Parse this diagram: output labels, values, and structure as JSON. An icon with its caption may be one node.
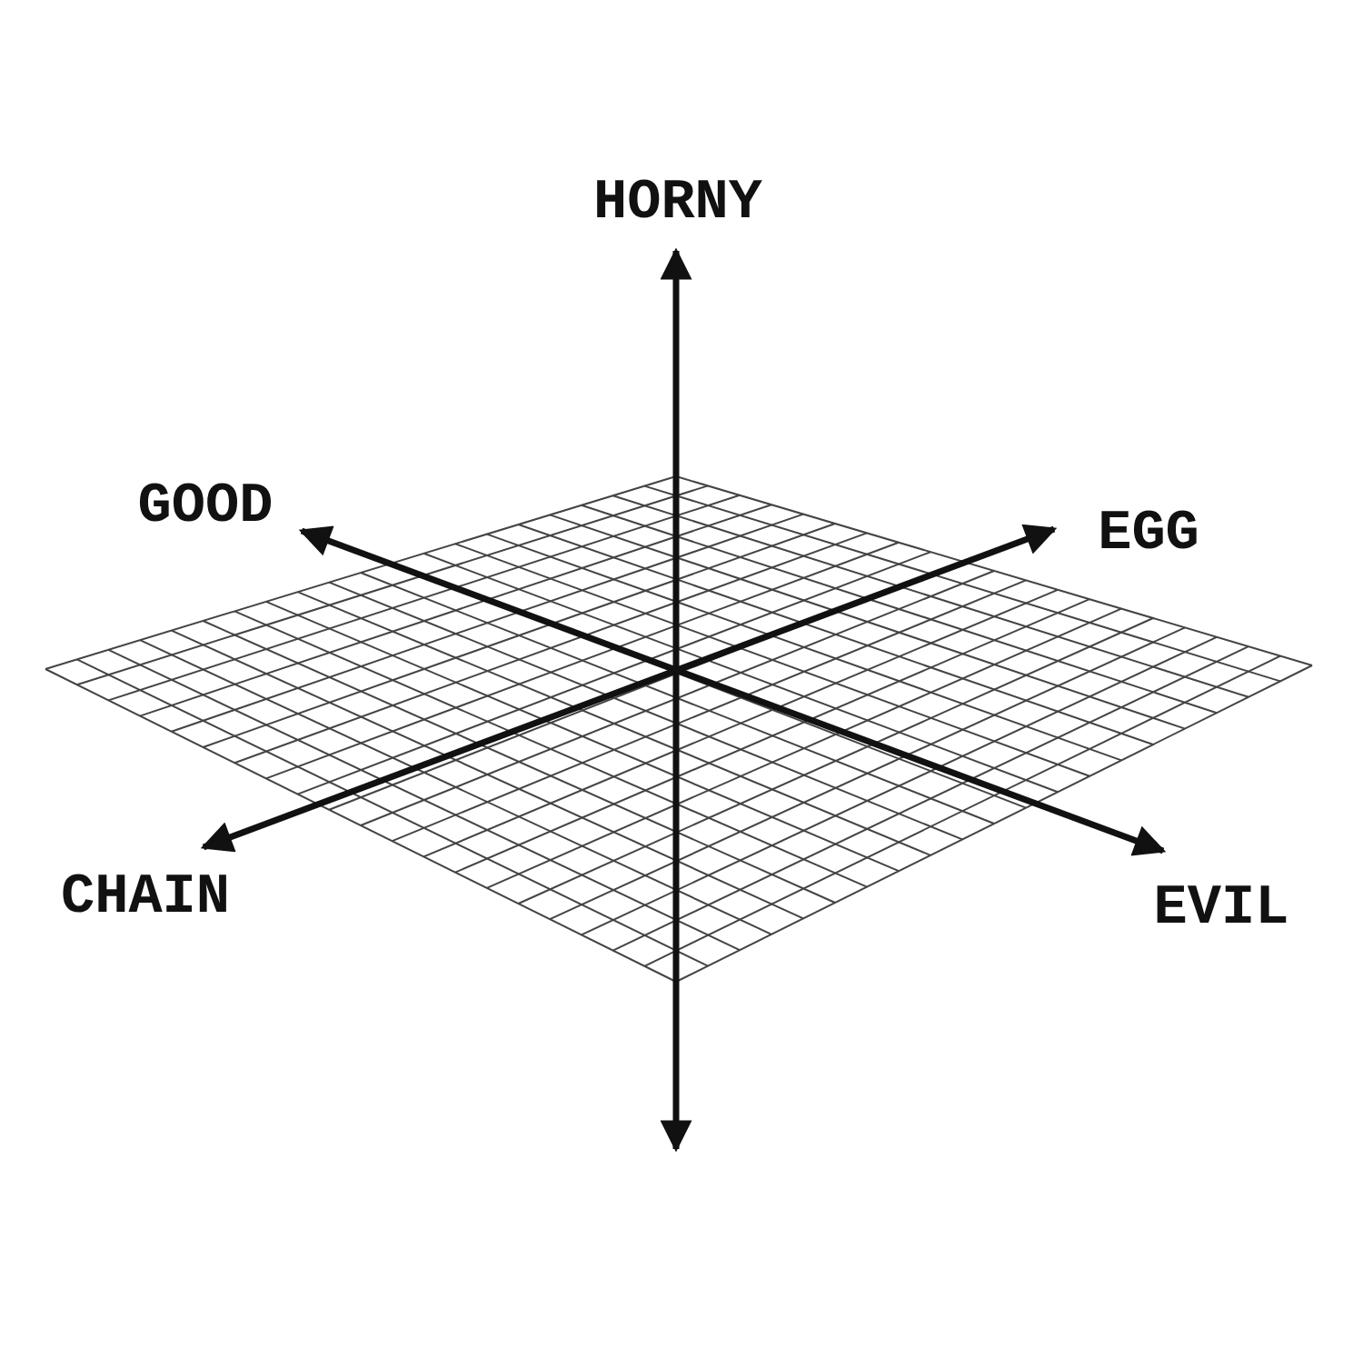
{
  "diagram": {
    "labels": [
      "HORNY",
      "GOOD",
      "EGG",
      "CHAIN",
      "EVIL"
    ]
  }
}
